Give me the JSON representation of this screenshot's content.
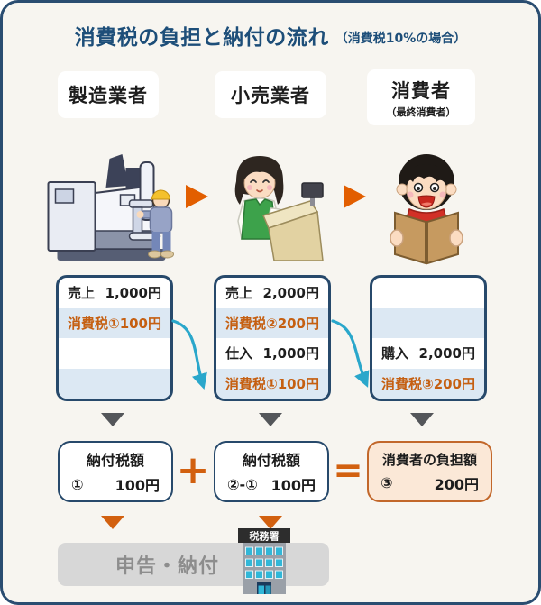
{
  "title": {
    "main": "消費税の負担と納付の流れ",
    "note": "（消費税10%の場合）"
  },
  "actors": {
    "manufacturer": {
      "label": "製造業者"
    },
    "retailer": {
      "label": "小売業者"
    },
    "consumer": {
      "label": "消費者",
      "sublabel": "（最終消費者）"
    }
  },
  "ledgers": {
    "manufacturer": {
      "rows": [
        {
          "label": "売上",
          "value": "1,000円"
        },
        {
          "label": "消費税①",
          "value": "100円"
        },
        {
          "label": "",
          "value": ""
        },
        {
          "label": "",
          "value": ""
        }
      ]
    },
    "retailer": {
      "rows": [
        {
          "label": "売上",
          "value": "2,000円"
        },
        {
          "label": "消費税②",
          "value": "200円"
        },
        {
          "label": "仕入",
          "value": "1,000円"
        },
        {
          "label": "消費税①",
          "value": "100円"
        }
      ]
    },
    "consumer": {
      "rows": [
        {
          "label": "",
          "value": ""
        },
        {
          "label": "",
          "value": ""
        },
        {
          "label": "購入",
          "value": "2,000円"
        },
        {
          "label": "消費税③",
          "value": "200円"
        }
      ]
    }
  },
  "summary": {
    "manufacturer_payment": {
      "title": "納付税額",
      "formula": "①",
      "value": "100円"
    },
    "retailer_payment": {
      "title": "納付税額",
      "formula": "②-①",
      "value": "100円"
    },
    "consumer_burden": {
      "title": "消費者の負担額",
      "formula": "③",
      "value": "200円"
    },
    "plus_sign": "+",
    "equals_sign": "="
  },
  "footer": {
    "label": "申告・納付",
    "building_label": "税務署"
  },
  "icons": {
    "flow_arrow": "right-triangle-arrow",
    "down_arrow": "down-triangle-arrow",
    "tax_pass_arrow": "curved-teal-arrow",
    "factory": "factory-machine-with-worker",
    "cashier": "retail-cashier-at-register",
    "reader": "consumer-reading-book",
    "tax_office": "tax-office-building"
  },
  "colors": {
    "accent_navy": "#1d4e79",
    "accent_orange": "#c55f11",
    "arrow_orange": "#e25e00",
    "teal_arrow": "#2aa7cb",
    "row_highlight": "#dce8f3",
    "burden_bg": "#fbe8d7",
    "burden_border": "#c2672a"
  }
}
